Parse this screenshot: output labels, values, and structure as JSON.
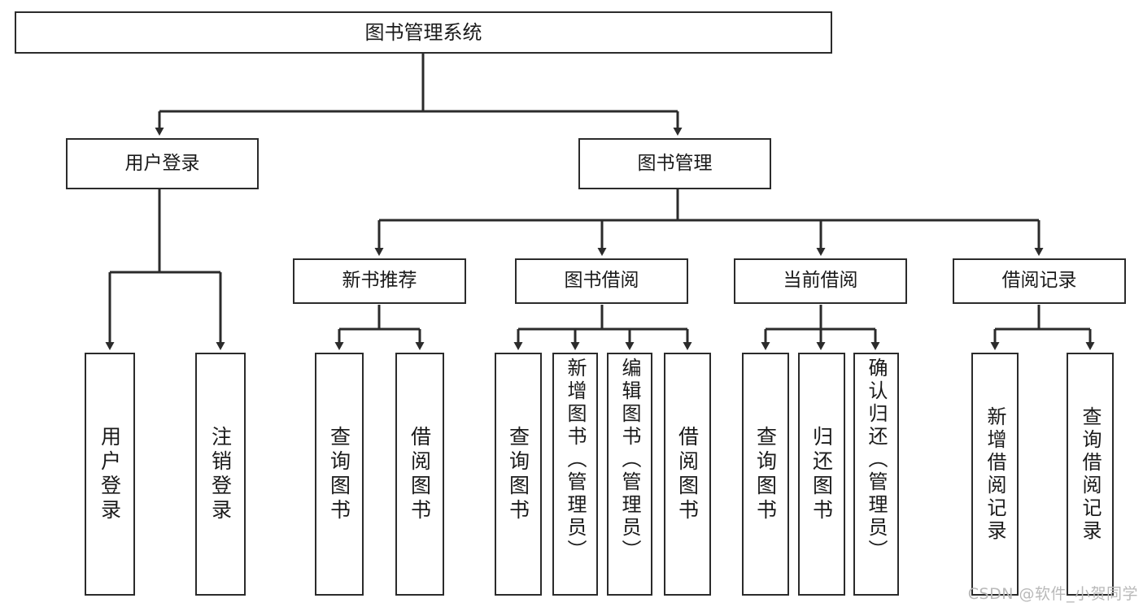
{
  "diagram": {
    "type": "tree-hierarchy-chart",
    "title": "图书管理系统",
    "colors": {
      "background": "#ffffff",
      "box_border": "#2b2b2b",
      "box_fill": "#ffffff",
      "connector": "#2b2b2b",
      "text": "#1a1a1a",
      "watermark": "#b9b9b9"
    },
    "levels": {
      "level1": [
        {
          "id": "root",
          "label": "图书管理系统",
          "orientation": "horizontal"
        }
      ],
      "level2": [
        {
          "id": "user-login",
          "label": "用户登录",
          "orientation": "horizontal"
        },
        {
          "id": "book-manage",
          "label": "图书管理",
          "orientation": "horizontal"
        }
      ],
      "level3": [
        {
          "id": "new-book-recommend",
          "label": "新书推荐",
          "orientation": "horizontal",
          "parent": "book-manage"
        },
        {
          "id": "book-borrow",
          "label": "图书借阅",
          "orientation": "horizontal",
          "parent": "book-manage"
        },
        {
          "id": "current-borrow",
          "label": "当前借阅",
          "orientation": "horizontal",
          "parent": "book-manage"
        },
        {
          "id": "borrow-record",
          "label": "借阅记录",
          "orientation": "horizontal",
          "parent": "book-manage"
        }
      ],
      "level4": [
        {
          "id": "leaf-user-login",
          "label": "用户登录",
          "orientation": "vertical",
          "parent": "user-login"
        },
        {
          "id": "leaf-user-logout",
          "label": "注销登录",
          "orientation": "vertical",
          "parent": "user-login"
        },
        {
          "id": "leaf-query-book-rec",
          "label": "查询图书",
          "orientation": "vertical",
          "parent": "new-book-recommend"
        },
        {
          "id": "leaf-borrow-book-rec",
          "label": "借阅图书",
          "orientation": "vertical",
          "parent": "new-book-recommend"
        },
        {
          "id": "leaf-query-book-borrow",
          "label": "查询图书",
          "orientation": "vertical",
          "parent": "book-borrow"
        },
        {
          "id": "leaf-add-book-admin",
          "label": "新增图书（管理员）",
          "orientation": "vertical",
          "parent": "book-borrow"
        },
        {
          "id": "leaf-edit-book-admin",
          "label": "编辑图书（管理员）",
          "orientation": "vertical",
          "parent": "book-borrow"
        },
        {
          "id": "leaf-borrow-book",
          "label": "借阅图书",
          "orientation": "vertical",
          "parent": "book-borrow"
        },
        {
          "id": "leaf-query-book-cur",
          "label": "查询图书",
          "orientation": "vertical",
          "parent": "current-borrow"
        },
        {
          "id": "leaf-return-book",
          "label": "归还图书",
          "orientation": "vertical",
          "parent": "current-borrow"
        },
        {
          "id": "leaf-confirm-return-admin",
          "label": "确认归还（管理员）",
          "orientation": "vertical",
          "parent": "current-borrow"
        },
        {
          "id": "leaf-add-borrow-record",
          "label": "新增借阅记录",
          "orientation": "vertical",
          "parent": "borrow-record"
        },
        {
          "id": "leaf-query-borrow-record",
          "label": "查询借阅记录",
          "orientation": "vertical",
          "parent": "borrow-record"
        }
      ]
    }
  },
  "watermark": {
    "text": "CSDN @软件_小贺同学"
  }
}
